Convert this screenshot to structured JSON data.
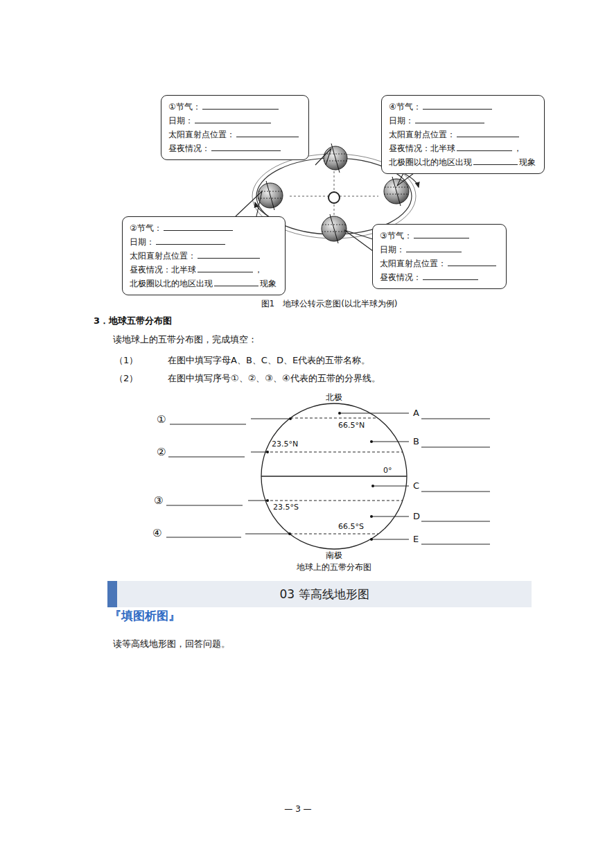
{
  "diagram": {
    "caption": "图1　地球公转示意图(以北半球为例)",
    "nodes": [
      {
        "text": [
          "①节气：",
          "日期：",
          "太阳直射点位置：",
          "昼夜情况："
        ]
      },
      {
        "text": [
          "④节气：",
          "日期：",
          "太阳直射点位置：",
          "昼夜情况：北半球",
          "，",
          "北极圈以北的地区出现",
          "现象"
        ]
      },
      {
        "text": [
          "②节气：",
          "日期：",
          "太阳直射点位置：",
          "昼夜情况：北半球",
          "，",
          "北极圈以北的地区出现",
          "现象"
        ]
      },
      {
        "text": [
          "③节气：",
          "日期：",
          "太阳直射点位置：",
          "昼夜情况："
        ]
      },
      {
        "text": [
          "03 等高线地形图"
        ]
      }
    ],
    "labels": [
      "3．地球五带分布图",
      "读地球上的五带分布图，完成填空：",
      "（1）",
      "在图中填写字母A、B、C、D、E代表的五带名称。",
      "（2）",
      "在图中填写序号①、②、③、④代表的五带的分界线。",
      "①",
      "②",
      "③",
      "④",
      "北极",
      "66.5°N",
      "A",
      "B",
      "23.5°N",
      "0°",
      "C",
      "23.5°S",
      "D",
      "66.5°S",
      "E",
      "南极",
      "地球上的五带分布图",
      "『填图析图』",
      "读等高线地形图，回答问题。",
      "— 3 —"
    ]
  }
}
